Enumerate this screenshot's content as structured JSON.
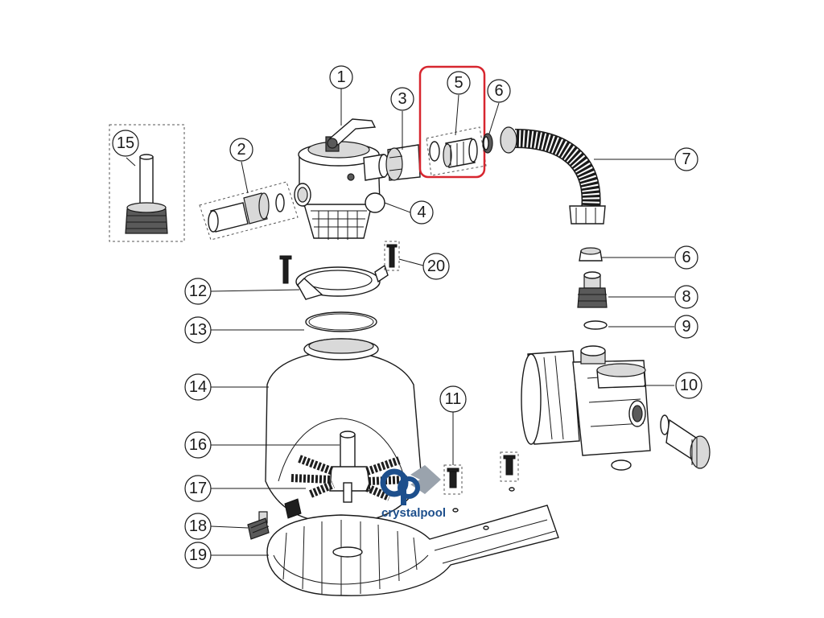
{
  "diagram": {
    "highlight_color": "#d7262f",
    "callouts": [
      "1",
      "2",
      "3",
      "4",
      "5",
      "6",
      "7",
      "6",
      "8",
      "9",
      "10",
      "11",
      "12",
      "13",
      "14",
      "15",
      "16",
      "17",
      "18",
      "19",
      "20"
    ]
  },
  "logo": {
    "text": "crystalpool",
    "brand_color": "#1d4f8c",
    "accent_color": "#9aa3ad"
  }
}
